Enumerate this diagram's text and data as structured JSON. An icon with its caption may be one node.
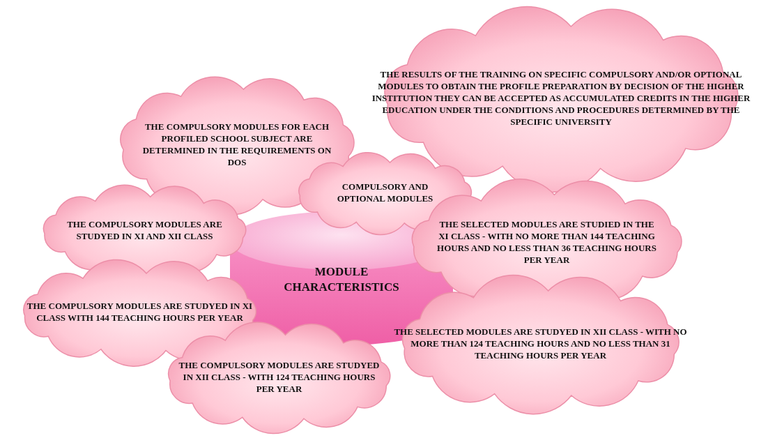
{
  "diagram": {
    "nodes": [
      {
        "text": [
          "THE RESULTS OF THE TRAINING ON SPECIFIC COMPULSORY AND/OR OPTIONAL MODULES TO OBTAIN THE PROFILE PREPARATION BY DECISION OF THE HIGHER INSTITUTION THEY CAN BE ACCEPTED AS ACCUMULATED CREDITS IN THE HIGHER EDUCATION UNDER THE CONDITIONS AND PROCEDURES DETERMINED BY THE SPECIFIC UNIVERSITY"
        ]
      },
      {
        "text": [
          "THE COMPULSORY MODULES FOR EACH PROFILED SCHOOL SUBJECT ARE DETERMINED IN THE REQUIREMENTS ON DOS"
        ]
      },
      {
        "text": [
          "COMPULSORY AND OPTIONAL MODULES"
        ]
      },
      {
        "text": [
          "THE COMPULSORY MODULES ARE STUDYED IN XI AND XII CLASS"
        ]
      },
      {
        "text": [
          "THE SELECTED MODULES ARE STUDIED IN THE XI CLASS - WITH NO MORE THAN 144 TEACHING HOURS AND NO LESS THAN 36 TEACHING HOURS PER YEAR"
        ]
      },
      {
        "text": [
          "MODULE CHARACTERISTICS"
        ]
      },
      {
        "text": [
          "THE COMPULSORY MODULES ARE STUDYED IN XI CLASS WITH 144 TEACHING HOURS PER YEAR"
        ]
      },
      {
        "text": [
          "THE SELECTED MODULES ARE STUDYED IN XII CLASS - WITH NO MORE THAN 124 TEACHING HOURS AND NO LESS THAN 31 TEACHING HOURS PER YEAR"
        ]
      },
      {
        "text": [
          "THE COMPULSORY MODULES ARE STUDYED IN XII CLASS - WITH 124 TEACHING HOURS PER YEAR"
        ]
      }
    ]
  }
}
